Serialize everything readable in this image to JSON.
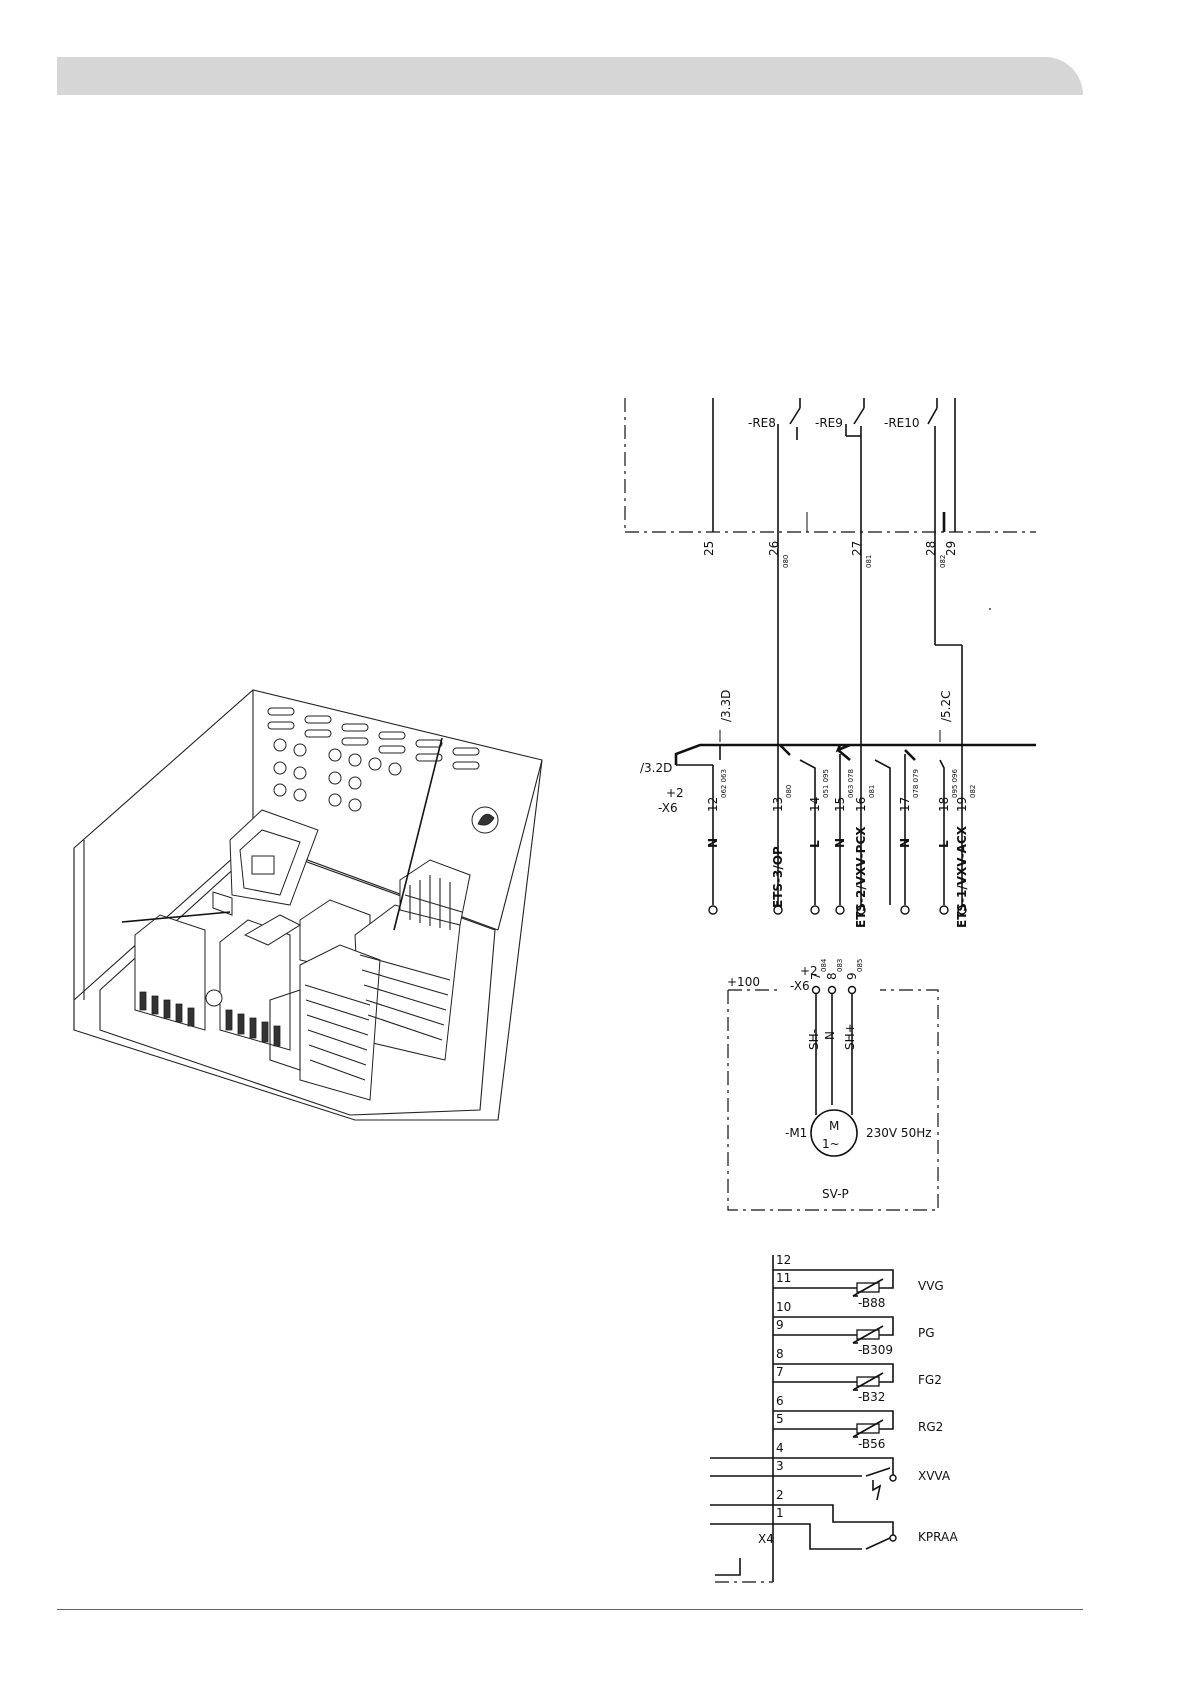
{
  "schematic_top": {
    "relays": [
      "-RE8",
      "-RE9",
      "-RE10"
    ],
    "upper_terminals": [
      "25",
      "26",
      "27",
      "28",
      "29"
    ],
    "upper_wire_codes": [
      "080",
      "081",
      "082"
    ],
    "refs": [
      "/3.3D",
      "/5.2C",
      "/3.2D"
    ],
    "block_label": "+2\n-X6",
    "lower_terminals": [
      "12",
      "13",
      "14",
      "15",
      "16",
      "17",
      "18",
      "19"
    ],
    "lower_wire_codes": [
      "062 063",
      "080",
      "051 095",
      "063 078",
      "081",
      "078 079",
      "095 096",
      "082"
    ],
    "signals": [
      "N",
      "ETS-3/OP",
      "L",
      "N",
      "ETS-2/VXV-PCX",
      "N",
      "L",
      "ETS-1/VXV-ACX"
    ]
  },
  "motor": {
    "enclosure": "+100",
    "block_label": "+2\n-X6",
    "terminals": [
      "7",
      "8",
      "9"
    ],
    "codes": [
      "084",
      "083",
      "085"
    ],
    "wire_labels": [
      "SH-",
      "N",
      "SH+"
    ],
    "symbol": "M",
    "symbol_sub": "1~",
    "tag": "-M1",
    "rating": "230V 50Hz",
    "name": "SV-P"
  },
  "sensors": {
    "strip": "X4",
    "terminals": [
      "12",
      "11",
      "10",
      "9",
      "8",
      "7",
      "6",
      "5",
      "4",
      "3",
      "2",
      "1"
    ],
    "items": [
      {
        "tag": "-B88",
        "name": "VVG"
      },
      {
        "tag": "-B309",
        "name": "PG"
      },
      {
        "tag": "-B32",
        "name": "FG2"
      },
      {
        "tag": "-B56",
        "name": "RG2"
      }
    ],
    "switches": [
      "XVVA",
      "KPRAA"
    ]
  },
  "cabinet_illustration": {
    "icons": [
      "vent-slot-icon",
      "cable-gland-icon",
      "terminal-block-icon",
      "contactor-icon"
    ]
  }
}
